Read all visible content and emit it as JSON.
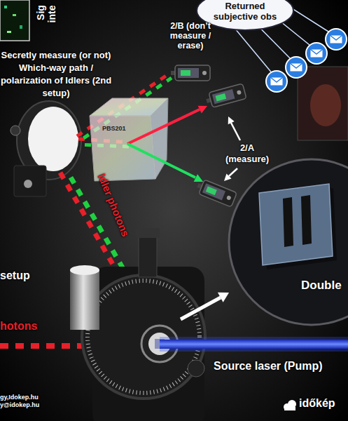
{
  "diagram": {
    "nodes": [
      {
        "text": [
          "Returned subjective obs"
        ]
      },
      {
        "text": [
          "Double"
        ]
      }
    ],
    "labels": [
      "Sig",
      "inte",
      "2/B (don’t measure / erase)",
      "Secretly measure (or not) Which-way path / polarization of Idlers (2nd setup)",
      "PBS201",
      "2/A (measure)",
      "Idler photons",
      "setup",
      "hotons",
      "Source laser (Pump)",
      "gy,Idokep.hu",
      "y@idokep.hu",
      "időkép"
    ]
  }
}
